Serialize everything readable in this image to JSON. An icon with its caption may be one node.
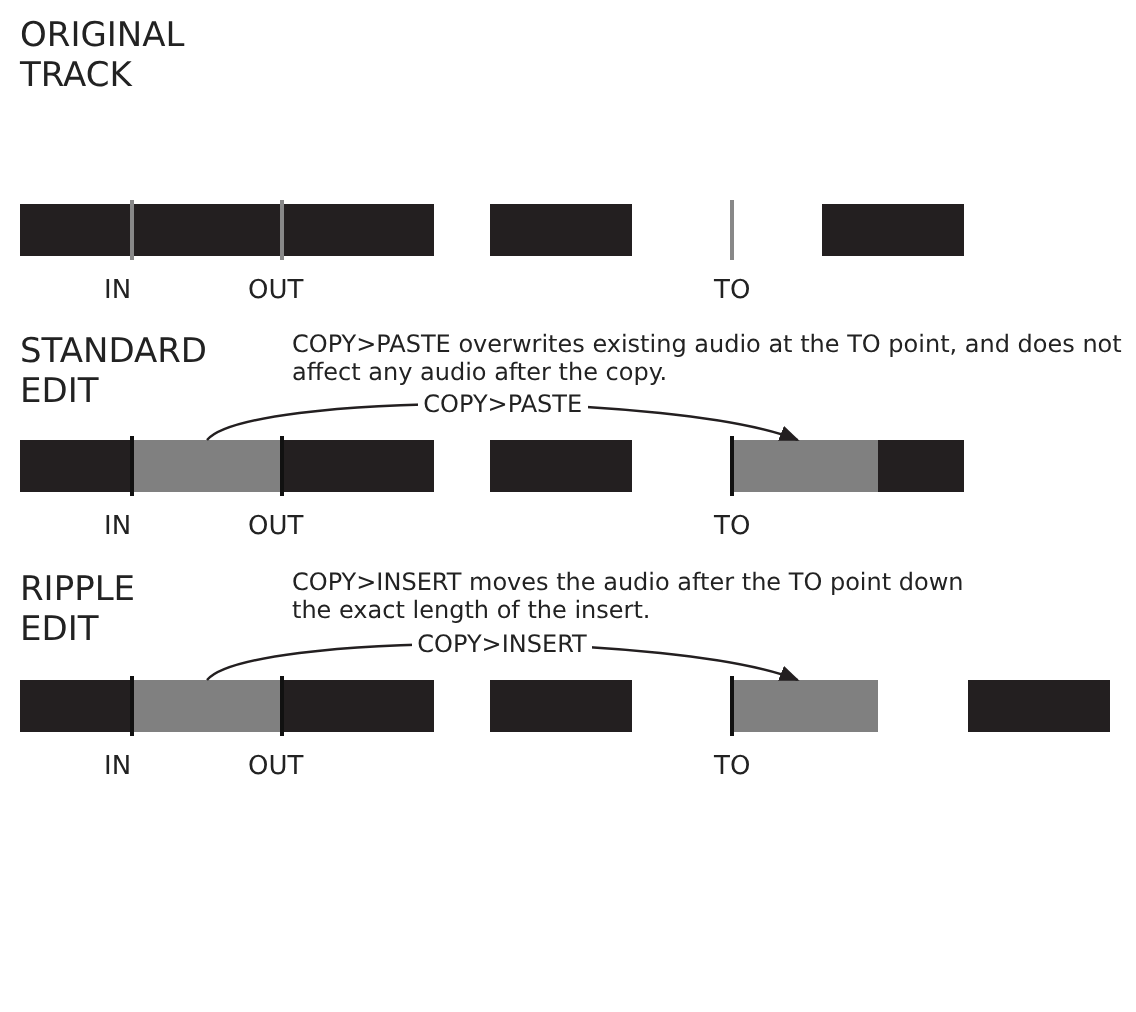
{
  "diagram": {
    "nodes": [
      {
        "text": [],
        "shape": "bar"
      },
      {
        "text": [],
        "shape": "bar"
      },
      {
        "text": [],
        "shape": "bar"
      },
      {
        "text": [],
        "shape": "bar"
      }
    ],
    "edges": [
      {
        "from": 0,
        "to": 1,
        "arrow": "to",
        "label": "COPY>PASTE"
      },
      {
        "from": 2,
        "to": 3,
        "arrow": "to",
        "label": "COPY>INSERT"
      }
    ],
    "labels": [
      "ORIGINAL TRACK",
      "IN",
      "OUT",
      "TO",
      "STANDARD EDIT",
      "COPY>PASTE overwrites existing audio at the TO point, and does not affect any audio after the copy.",
      "IN",
      "OUT",
      "TO",
      "RIPPLE EDIT",
      "COPY>INSERT moves the audio after the TO point down the exact length of the insert.",
      "IN",
      "OUT",
      "TO"
    ]
  }
}
